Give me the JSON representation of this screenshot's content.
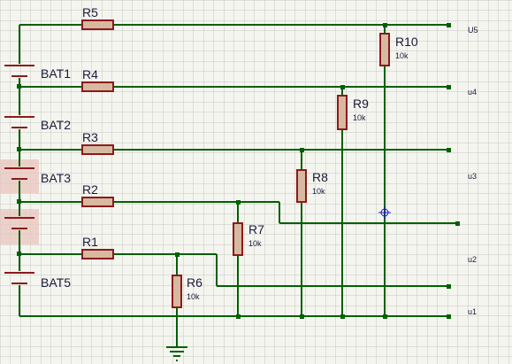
{
  "colors": {
    "background": "#f5f5f0",
    "grid": "#c8c8c0",
    "wire": "#006000",
    "component_outline": "#8b1a1a",
    "resistor_fill": "#d6b9a0",
    "highlight": "#e8c8c0",
    "label_text": "#1a1a3a",
    "cursor": "#1a1acc"
  },
  "batteries": [
    {
      "id": "bat1",
      "label": "BAT1"
    },
    {
      "id": "bat2",
      "label": "BAT2"
    },
    {
      "id": "bat3",
      "label": "BAT3"
    },
    {
      "id": "bat4",
      "label": ""
    },
    {
      "id": "bat5",
      "label": "BAT5"
    }
  ],
  "series_resistors": [
    {
      "id": "r5",
      "label": "R5"
    },
    {
      "id": "r4",
      "label": "R4"
    },
    {
      "id": "r3",
      "label": "R3"
    },
    {
      "id": "r2",
      "label": "R2"
    },
    {
      "id": "r1",
      "label": "R1"
    }
  ],
  "shunt_resistors": [
    {
      "id": "r10",
      "label": "R10",
      "value": "10k"
    },
    {
      "id": "r9",
      "label": "R9",
      "value": "10k"
    },
    {
      "id": "r8",
      "label": "R8",
      "value": "10k"
    },
    {
      "id": "r7",
      "label": "R7",
      "value": "10k"
    },
    {
      "id": "r6",
      "label": "R6",
      "value": "10k"
    }
  ],
  "net_labels": [
    {
      "id": "u5",
      "label": "U5"
    },
    {
      "id": "u4",
      "label": "u4"
    },
    {
      "id": "u3",
      "label": "u3"
    },
    {
      "id": "u2",
      "label": "u2"
    },
    {
      "id": "u1",
      "label": "u1"
    }
  ]
}
